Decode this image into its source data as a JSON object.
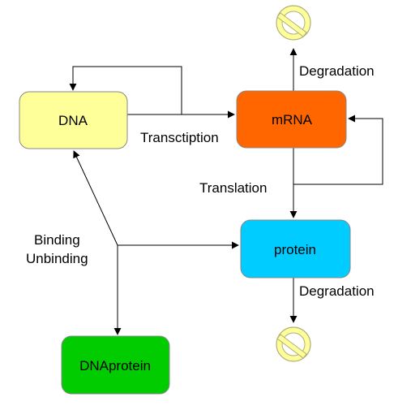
{
  "nodes": {
    "dna": {
      "label": "DNA",
      "color": "#ffff99"
    },
    "mrna": {
      "label": "mRNA",
      "color": "#ff6600"
    },
    "protein": {
      "label": "protein",
      "color": "#00ccff"
    },
    "dnaprotein": {
      "label": "DNAprotein",
      "color": "#00cc00"
    }
  },
  "edge_labels": {
    "transcription": "Transctiption",
    "translation": "Translation",
    "degradation_mrna": "Degradation",
    "degradation_protein": "Degradation",
    "binding": "Binding",
    "unbinding": "Unbinding"
  },
  "sink_color": "#ffff99"
}
